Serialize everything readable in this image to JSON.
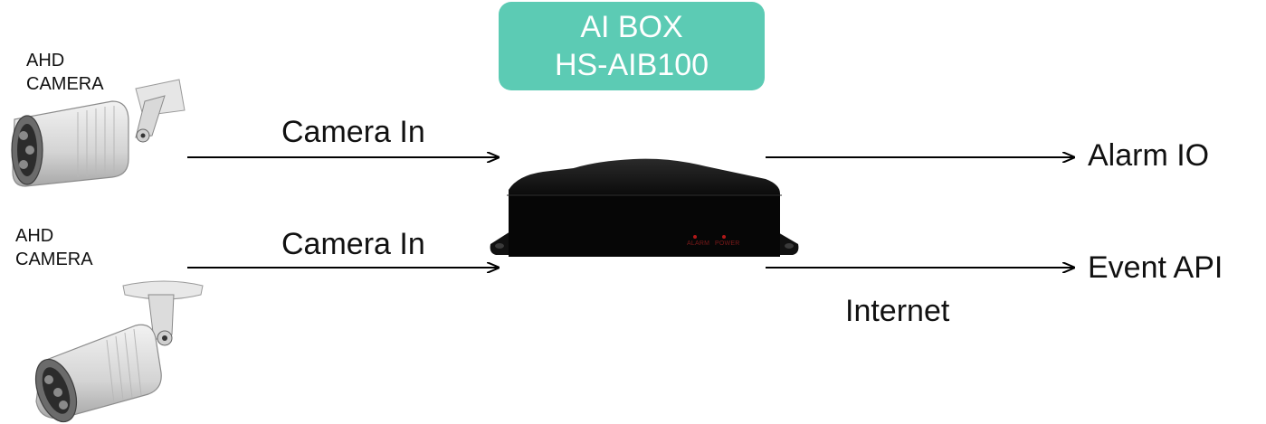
{
  "title_box": {
    "line1": "AI BOX",
    "line2": "HS-AIB100",
    "color": "#5ccbb4"
  },
  "cameras": [
    {
      "label": "AHD\nCAMERA"
    },
    {
      "label": "AHD\nCAMERA"
    }
  ],
  "inputs": [
    {
      "label": "Camera In"
    },
    {
      "label": "Camera In"
    }
  ],
  "outputs": [
    {
      "label": "Alarm IO"
    },
    {
      "label": "Event API"
    }
  ],
  "network_label": "Internet",
  "device": {
    "led_labels": [
      "ALARM",
      "POWER"
    ],
    "color": "#0a0a0a"
  }
}
